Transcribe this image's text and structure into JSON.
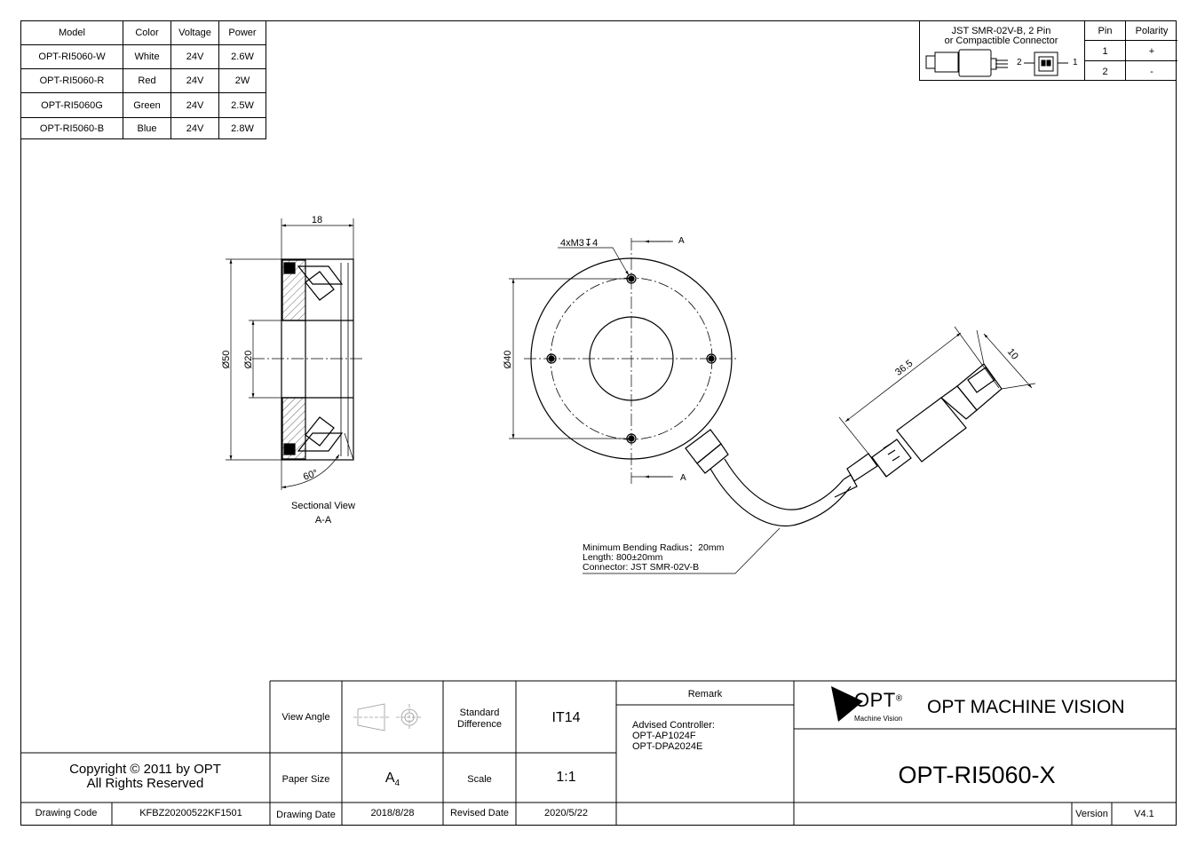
{
  "spec_table": {
    "headers": [
      "Model",
      "Color",
      "Voltage",
      "Power"
    ],
    "rows": [
      [
        "OPT-RI5060-W",
        "White",
        "24V",
        "2.6W"
      ],
      [
        "OPT-RI5060-R",
        "Red",
        "24V",
        "2W"
      ],
      [
        "OPT-RI5060G",
        "Green",
        "24V",
        "2.5W"
      ],
      [
        "OPT-RI5060-B",
        "Blue",
        "24V",
        "2.8W"
      ]
    ]
  },
  "connector_table": {
    "title_line1": "JST SMR-02V-B, 2 Pin",
    "title_line2": "or Compactible Connector",
    "pin_label_left": "2",
    "pin_label_right": "1",
    "headers": [
      "Pin",
      "Polarity"
    ],
    "rows": [
      [
        "1",
        "+"
      ],
      [
        "2",
        "-"
      ]
    ]
  },
  "section_view": {
    "width_dim": "18",
    "outer_dia": "Ø50",
    "inner_dia": "Ø20",
    "angle": "60°",
    "caption_line1": "Sectional View",
    "caption_line2": "A-A"
  },
  "front_view": {
    "hole_callout": "4xM3↧4",
    "section_mark_top": "A",
    "section_mark_bottom": "A",
    "bolt_circle_dia": "Ø40",
    "connector_length": "36.5",
    "connector_width": "10",
    "note_line1": "Minimum Bending Radius：20mm",
    "note_line2": "Length: 800±20mm",
    "note_line3": "Connector: JST SMR-02V-B"
  },
  "title_block": {
    "copyright_line1": "Copyright © 2011 by OPT",
    "copyright_line2": "All Rights Reserved",
    "drawing_code_label": "Drawing Code",
    "drawing_code_value": "KFBZ20200522KF1501",
    "view_angle_label": "View Angle",
    "standard_difference_label_line1": "Standard",
    "standard_difference_label_line2": "Difference",
    "standard_difference_value": "IT14",
    "paper_size_label": "Paper Size",
    "paper_size_value": "A",
    "paper_size_sub": "4",
    "scale_label": "Scale",
    "scale_value": "1:1",
    "drawing_date_label": "Drawing Date",
    "drawing_date_value": "2018/8/28",
    "revised_date_label": "Revised Date",
    "revised_date_value": "2020/5/22",
    "remark_label": "Remark",
    "remark_line1": "Advised Controller:",
    "remark_line2": "OPT-AP1024F",
    "remark_line3": "OPT-DPA2024E",
    "logo_text": "OPT",
    "logo_reg": "®",
    "logo_sub": "Machine Vision",
    "company_name": "OPT MACHINE VISION",
    "part_number": "OPT-RI5060-X",
    "version_label": "Version",
    "version_value": "V4.1"
  }
}
